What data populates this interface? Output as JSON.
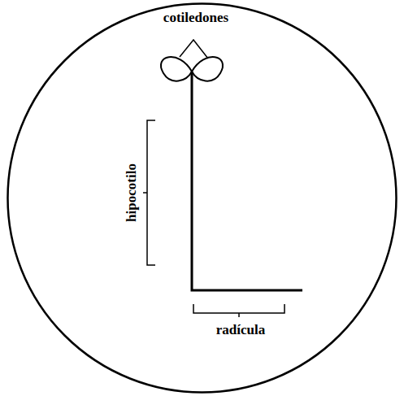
{
  "diagram": {
    "labels": [
      "cotiledones",
      "hipocotilo",
      "radícula"
    ]
  }
}
